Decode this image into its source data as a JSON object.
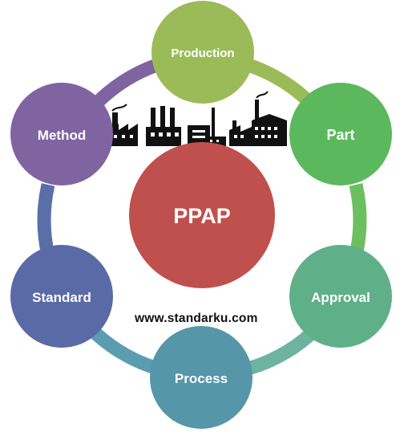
{
  "diagram": {
    "center": {
      "label": "PPAP",
      "color": "#c0504d"
    },
    "nodes": [
      {
        "id": "production",
        "label": "Production",
        "color": "#9bbb59"
      },
      {
        "id": "part",
        "label": "Part",
        "color": "#5cb85c"
      },
      {
        "id": "approval",
        "label": "Approval",
        "color": "#5fb088"
      },
      {
        "id": "process",
        "label": "Process",
        "color": "#5596a8"
      },
      {
        "id": "standard",
        "label": "Standard",
        "color": "#5a6aa6"
      },
      {
        "id": "method",
        "label": "Method",
        "color": "#8064a2"
      }
    ],
    "ring_colors": {
      "production_part": "#9bbb59",
      "part_approval": "#6bbf5f",
      "approval_process": "#6db3a0",
      "process_standard": "#5b9db0",
      "standard_method": "#5a6fa8",
      "method_production": "#8064a2"
    },
    "illustration": {
      "icon": "factory-icons",
      "color": "#111111"
    },
    "website": "www.standarku.com"
  }
}
